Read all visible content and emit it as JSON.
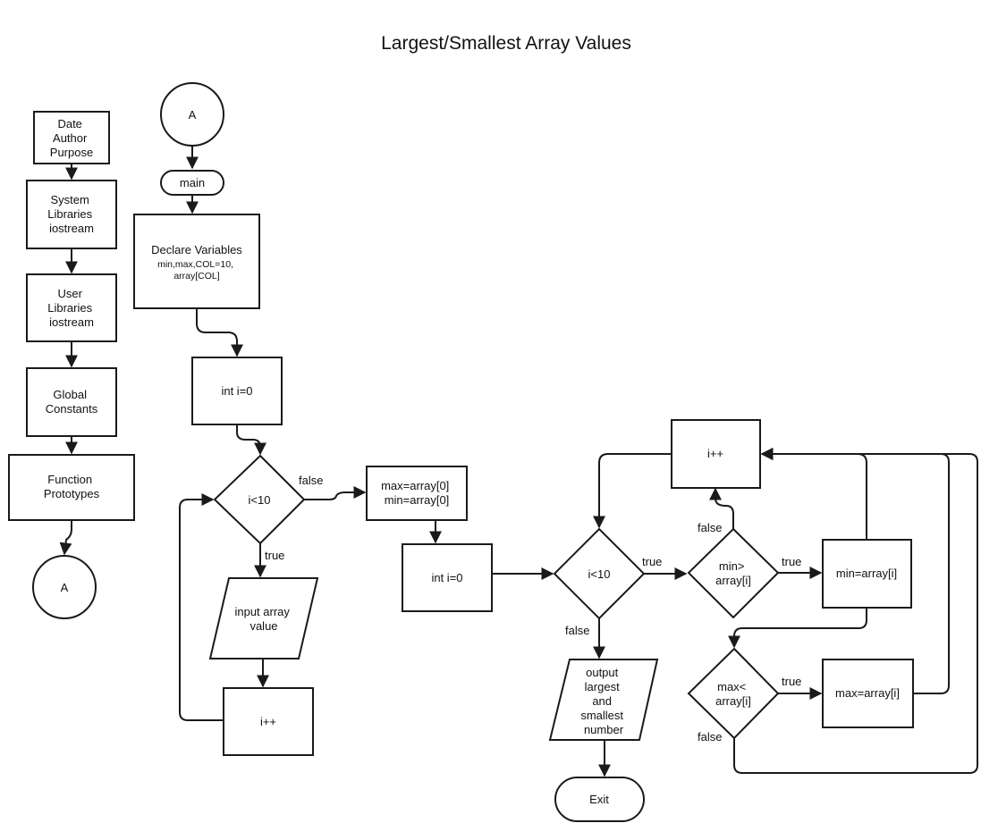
{
  "title": "Largest/Smallest Array Values",
  "nodes": {
    "header": [
      "Date",
      "Author",
      "Purpose"
    ],
    "system_libs": [
      "System",
      "Libraries",
      "iostream"
    ],
    "user_libs": [
      "User",
      "Libraries",
      "iostream"
    ],
    "global_constants": [
      "Global",
      "Constants"
    ],
    "function_prototypes": [
      "Function",
      "Prototypes"
    ],
    "connector_left": "A",
    "connector_top": "A",
    "main": "main",
    "declare_title": "Declare Variables",
    "declare_detail": [
      "min,max,COL=10,",
      "array[COL]"
    ],
    "init_i_1": "int i=0",
    "cond_1": "i<10",
    "input_array": [
      "input array",
      "value"
    ],
    "incr_1": "i++",
    "init_minmax": [
      "max=array[0]",
      "min=array[0]"
    ],
    "init_i_2": "int i=0",
    "cond_2": "i<10",
    "output": [
      "output",
      "largest",
      "and",
      "smallest",
      "number"
    ],
    "exit": "Exit",
    "incr_2": "i++",
    "cond_min": [
      "min>",
      "array[i]"
    ],
    "assign_min": "min=array[i]",
    "cond_max": [
      "max<",
      "array[i]"
    ],
    "assign_max": "max=array[i]"
  },
  "edge_labels": {
    "cond1_false": "false",
    "cond1_true": "true",
    "cond2_true": "true",
    "cond2_false": "false",
    "condmin_true": "true",
    "condmin_false": "false",
    "condmax_true": "true",
    "condmax_false": "false"
  },
  "colors": {
    "stroke": "#1a1a1a",
    "fill": "#ffffff",
    "text": "#111111"
  }
}
